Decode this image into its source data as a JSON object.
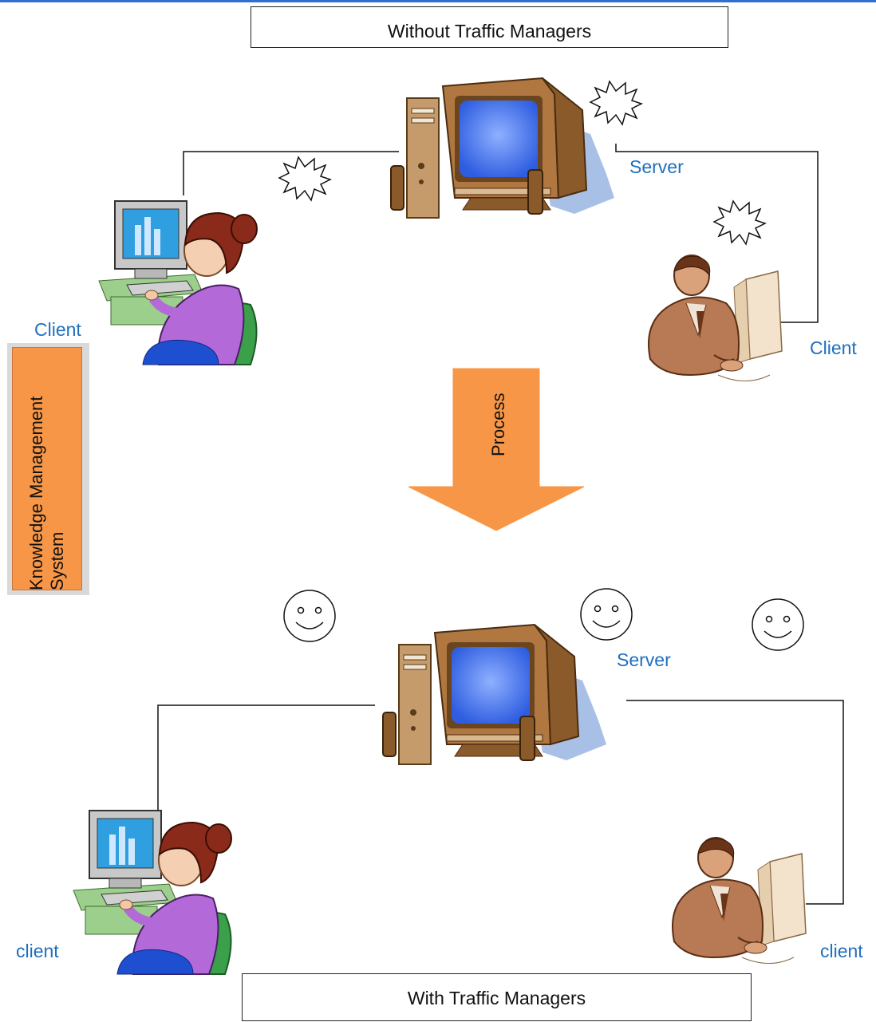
{
  "top_title": "Without Traffic Managers",
  "bottom_title": "With Traffic Managers",
  "side_label": "Knowledge Management System",
  "process_label": "Process",
  "top_section": {
    "server_label": "Server",
    "client_left_label": "Client",
    "client_right_label": "Client"
  },
  "bottom_section": {
    "server_label": "Server",
    "client_left_label": "client",
    "client_right_label": "client"
  },
  "colors": {
    "label_blue": "#1f6fc0",
    "orange": "#f79646",
    "top_border": "#2f6fd1"
  },
  "icons": [
    "server-computer-icon",
    "woman-client-icon",
    "man-client-icon",
    "burst-icon",
    "smiley-icon",
    "down-arrow-icon"
  ]
}
